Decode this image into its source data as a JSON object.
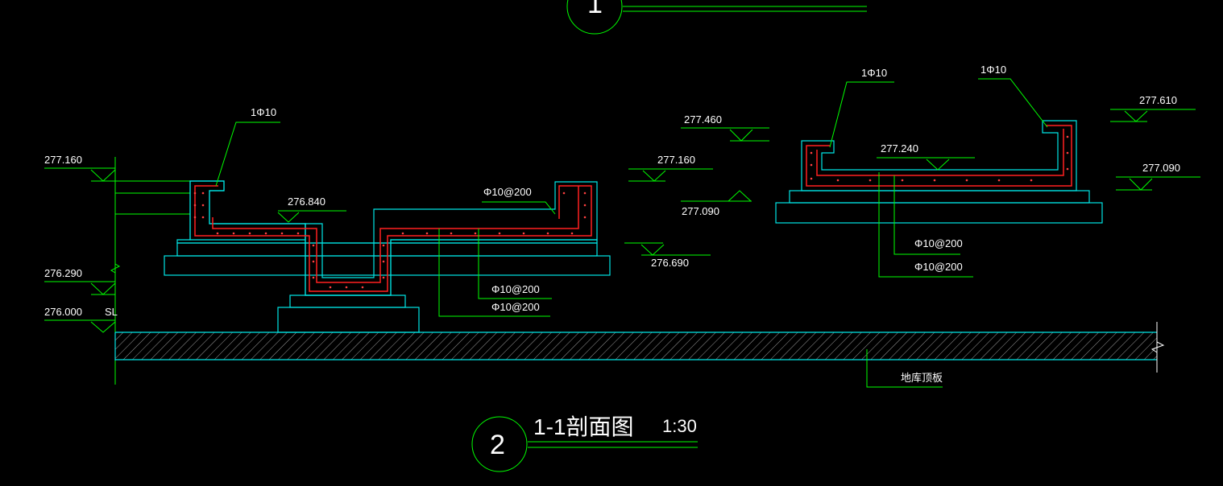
{
  "drawing": {
    "title": "1-1剖面图",
    "scale": "1:30",
    "detail_number": "2",
    "top_detail_number": "1",
    "slab_label": "地库顶板",
    "sl_label": "SL"
  },
  "elevations": {
    "e277_160_left": "277.160",
    "e276_840": "276.840",
    "e276_290": "276.290",
    "e276_000": "276.000",
    "e277_460": "277.460",
    "e277_160_mid": "277.160",
    "e277_090_mid": "277.090",
    "e276_690": "276.690",
    "e277_240": "277.240",
    "e277_610": "277.610",
    "e277_090_right": "277.090"
  },
  "rebar_labels": {
    "left_top": "1Φ10",
    "left_dist": "Φ10@200",
    "left_bottom_1": "Φ10@200",
    "left_bottom_2": "Φ10@200",
    "right_top_left": "1Φ10",
    "right_top_right": "1Φ10",
    "right_bottom_1": "Φ10@200",
    "right_bottom_2": "Φ10@200"
  },
  "colors": {
    "background": "#000000",
    "leader": "#00ff00",
    "outline": "#00e5e5",
    "rebar": "#ff2020",
    "text": "#ffffff"
  }
}
